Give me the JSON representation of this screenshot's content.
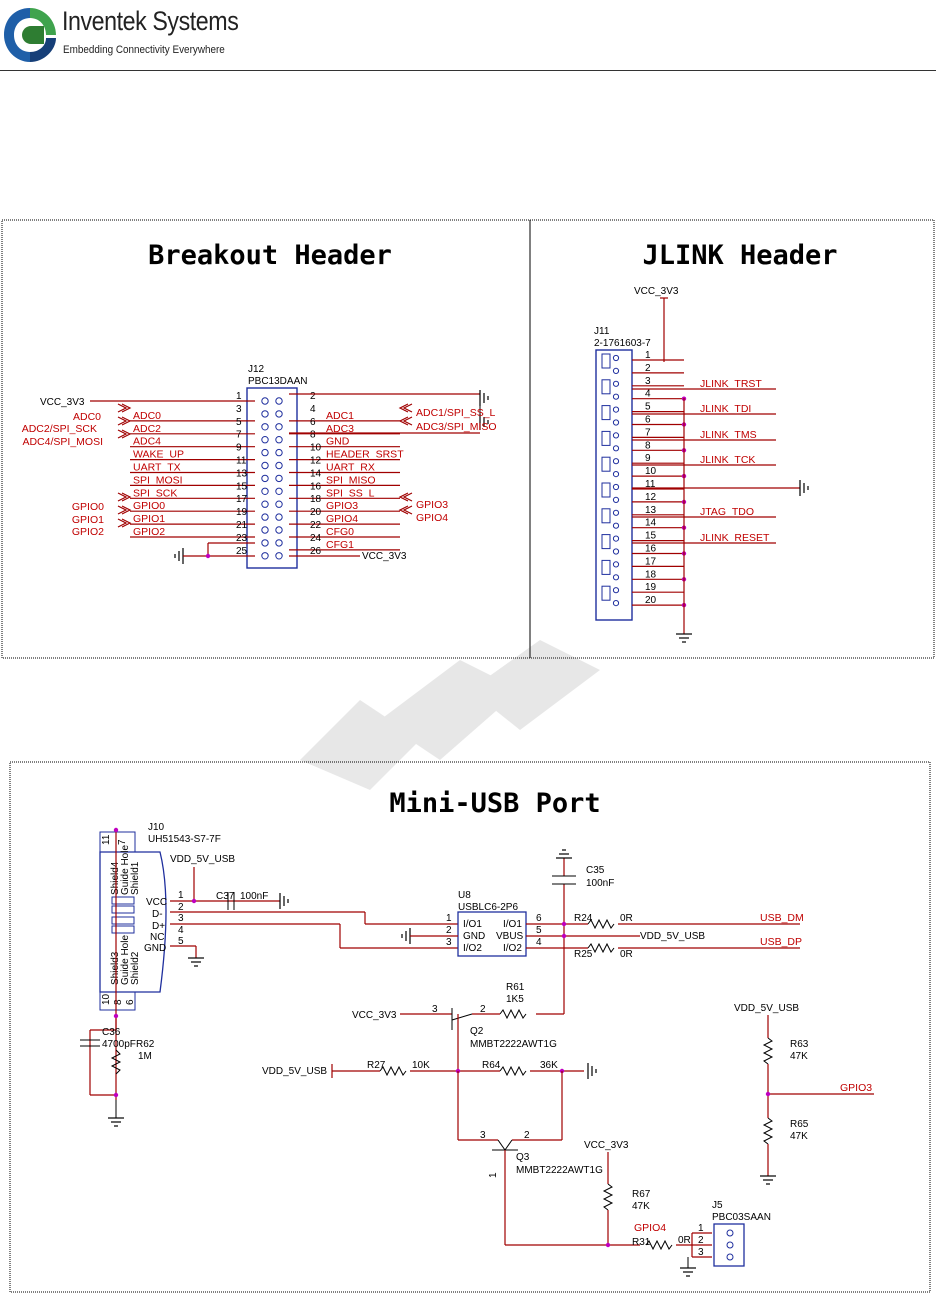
{
  "header": {
    "company": "Inventek Systems",
    "tagline": "Embedding Connectivity Everywhere"
  },
  "breakout": {
    "title": "Breakout Header",
    "ref": "J12",
    "part": "PBC13DAAN",
    "vcc_left": "VCC_3V3",
    "vcc_right": "VCC_3V3",
    "left_pins": [
      {
        "num": "1",
        "net": ""
      },
      {
        "num": "3",
        "net": "ADC0"
      },
      {
        "num": "5",
        "net": "ADC2"
      },
      {
        "num": "7",
        "net": "ADC4"
      },
      {
        "num": "9",
        "net": "WAKE_UP"
      },
      {
        "num": "11",
        "net": "UART_TX"
      },
      {
        "num": "13",
        "net": "SPI_MOSI"
      },
      {
        "num": "15",
        "net": "SPI_SCK"
      },
      {
        "num": "17",
        "net": "GPIO0"
      },
      {
        "num": "19",
        "net": "GPIO1"
      },
      {
        "num": "21",
        "net": "GPIO2"
      },
      {
        "num": "23",
        "net": ""
      },
      {
        "num": "25",
        "net": ""
      }
    ],
    "right_pins": [
      {
        "num": "2",
        "net": ""
      },
      {
        "num": "4",
        "net": "ADC1"
      },
      {
        "num": "6",
        "net": "ADC3"
      },
      {
        "num": "8",
        "net": "GND"
      },
      {
        "num": "10",
        "net": "HEADER_SRST"
      },
      {
        "num": "12",
        "net": "UART_RX"
      },
      {
        "num": "14",
        "net": "SPI_MISO"
      },
      {
        "num": "16",
        "net": "SPI_SS_L"
      },
      {
        "num": "18",
        "net": "GPIO3"
      },
      {
        "num": "20",
        "net": "GPIO4"
      },
      {
        "num": "22",
        "net": "CFG0"
      },
      {
        "num": "24",
        "net": "CFG1"
      },
      {
        "num": "26",
        "net": ""
      }
    ],
    "left_ports": [
      "ADC0",
      "ADC2/SPI_SCK",
      "ADC4/SPI_MOSI",
      "GPIO0",
      "GPIO1",
      "GPIO2"
    ],
    "right_ports": [
      "ADC1/SPI_SS_L",
      "ADC3/SPI_MISO",
      "GPIO3",
      "GPIO4"
    ]
  },
  "jlink": {
    "title": "JLINK Header",
    "vcc": "VCC_3V3",
    "ref": "J11",
    "part": "2-1761603-7",
    "pins": [
      "1",
      "2",
      "3",
      "4",
      "5",
      "6",
      "7",
      "8",
      "9",
      "10",
      "11",
      "12",
      "13",
      "14",
      "15",
      "16",
      "17",
      "18",
      "19",
      "20"
    ],
    "nets": [
      "JLINK_TRST",
      "JLINK_TDI",
      "JLINK_TMS",
      "JLINK_TCK",
      "JTAG_TDO",
      "JLINK_RESET"
    ]
  },
  "usb": {
    "title": "Mini-USB Port",
    "j10_ref": "J10",
    "j10_part": "UH51543-S7-7F",
    "j10_pins": [
      "VCC",
      "D-",
      "D+",
      "NC",
      "GND"
    ],
    "j10_pin_nums": [
      "1",
      "2",
      "3",
      "4",
      "5"
    ],
    "j10_shield_top": [
      "Shield4",
      "Guide Hole",
      "Shield1"
    ],
    "j10_shield_bot": [
      "Shield3",
      "Guide Hole",
      "Shield2"
    ],
    "j10_mount_top": [
      "11",
      "7"
    ],
    "j10_mount_bot": [
      "10",
      "8",
      "6"
    ],
    "vdd_5v_usb": "VDD_5V_USB",
    "c37": "C37",
    "c37_val": "100nF",
    "c35": "C35",
    "c35_val": "100nF",
    "c36": "C36",
    "c36_val": "4700pF",
    "r62": "R62",
    "r62_val": "1M",
    "u8_ref": "U8",
    "u8_part": "USBLC6-2P6",
    "u8_left": [
      "I/O1",
      "GND",
      "I/O2"
    ],
    "u8_left_nums": [
      "1",
      "2",
      "3"
    ],
    "u8_right": [
      "I/O1",
      "VBUS",
      "I/O2"
    ],
    "u8_right_nums": [
      "6",
      "5",
      "4"
    ],
    "r24": "R24",
    "r24_val": "0R",
    "r25": "R25",
    "r25_val": "0R",
    "usb_dm": "USB_DM",
    "usb_dp": "USB_DP",
    "r61": "R61",
    "r61_val": "1K5",
    "vcc_3v3": "VCC_3V3",
    "q2_ref": "Q2",
    "q2_part": "MMBT2222AWT1G",
    "r27": "R27",
    "r27_val": "10K",
    "r64": "R64",
    "r64_val": "36K",
    "q3_ref": "Q3",
    "q3_part": "MMBT2222AWT1G",
    "r67": "R67",
    "r67_val": "47K",
    "r31": "R31",
    "r31_val": "0R",
    "gpio4": "GPIO4",
    "j5_ref": "J5",
    "j5_part": "PBC03SAAN",
    "j5_pins": [
      "1",
      "2",
      "3"
    ],
    "r63": "R63",
    "r63_val": "47K",
    "r65": "R65",
    "r65_val": "47K",
    "gpio3": "GPIO3",
    "pin_nums": {
      "three": "3",
      "two": "2",
      "one": "1",
      "six": "6",
      "five": "5",
      "four": "4"
    }
  }
}
